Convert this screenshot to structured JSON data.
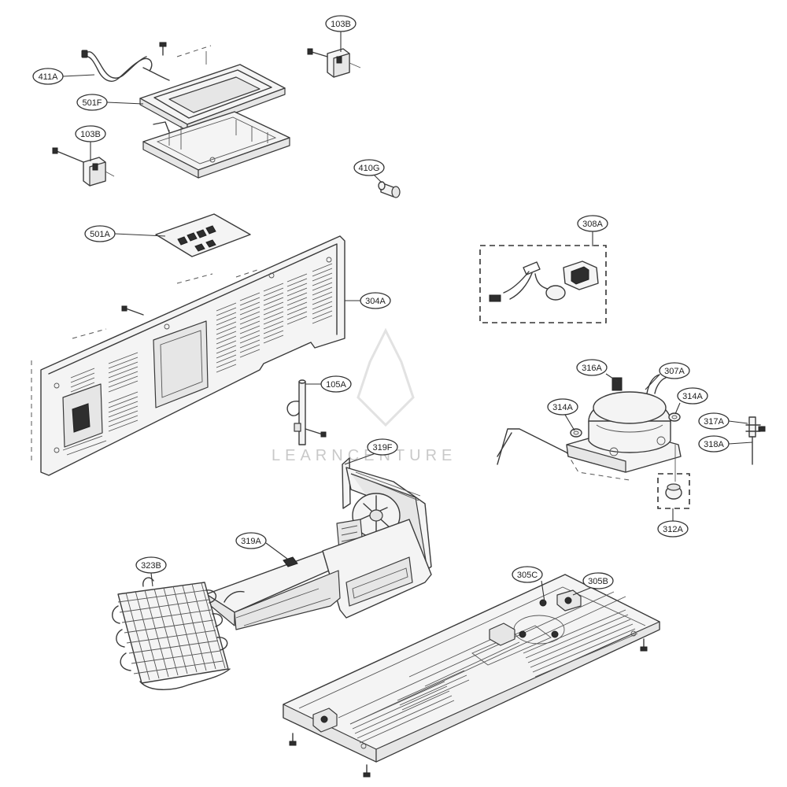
{
  "watermark": "LEARNCENTURE",
  "callouts": [
    {
      "id": "411A",
      "label": "411A"
    },
    {
      "id": "501F",
      "label": "501F"
    },
    {
      "id": "103B-top",
      "label": "103B"
    },
    {
      "id": "103B-left",
      "label": "103B"
    },
    {
      "id": "410G",
      "label": "410G"
    },
    {
      "id": "501A",
      "label": "501A"
    },
    {
      "id": "304A",
      "label": "304A"
    },
    {
      "id": "308A",
      "label": "308A"
    },
    {
      "id": "105A",
      "label": "105A"
    },
    {
      "id": "316A",
      "label": "316A"
    },
    {
      "id": "307A",
      "label": "307A"
    },
    {
      "id": "314A-left",
      "label": "314A"
    },
    {
      "id": "314A-right",
      "label": "314A"
    },
    {
      "id": "317A",
      "label": "317A"
    },
    {
      "id": "318A",
      "label": "318A"
    },
    {
      "id": "319F",
      "label": "319F"
    },
    {
      "id": "312A",
      "label": "312A"
    },
    {
      "id": "319A",
      "label": "319A"
    },
    {
      "id": "323B",
      "label": "323B"
    },
    {
      "id": "305C",
      "label": "305C"
    },
    {
      "id": "305B",
      "label": "305B"
    }
  ]
}
